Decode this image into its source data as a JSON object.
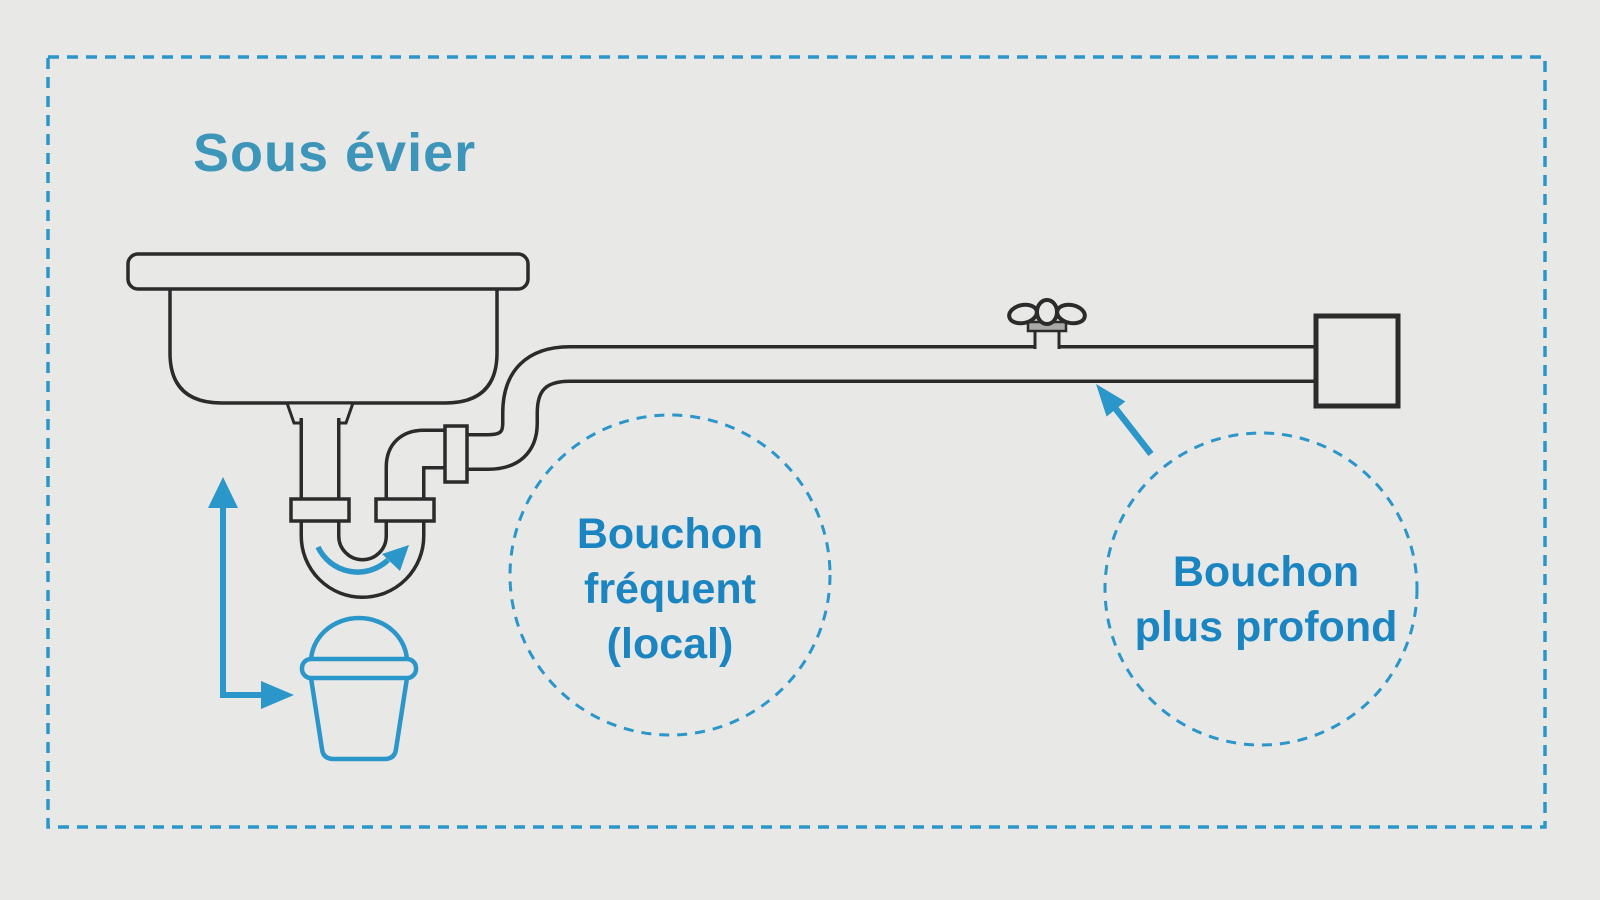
{
  "title": "Sous évier",
  "labels": {
    "frequent_clog": {
      "line1": "Bouchon",
      "line2": "fréquent",
      "line3": "(local)"
    },
    "deeper_clog": {
      "line1": "Bouchon",
      "line2": "plus profond"
    }
  },
  "icons": {
    "sink": "sink-icon",
    "p_trap": "p-trap-icon",
    "shutoff_valve": "valve-icon",
    "wall_connection": "wall-box-icon",
    "bucket": "bucket-icon",
    "unscrew_arrow": "l-shaped-arrow-icon",
    "trap_flow_arrow": "curved-arrow-icon",
    "clog_pointer_arrow": "diagonal-arrow-icon"
  },
  "colors": {
    "background": "#e8e8e6",
    "outline": "#2b2b2b",
    "accent": "#2a96ca",
    "title": "#3d95ba",
    "label_text": "#1b85c1",
    "valve_cap": "#a9a9a7"
  }
}
